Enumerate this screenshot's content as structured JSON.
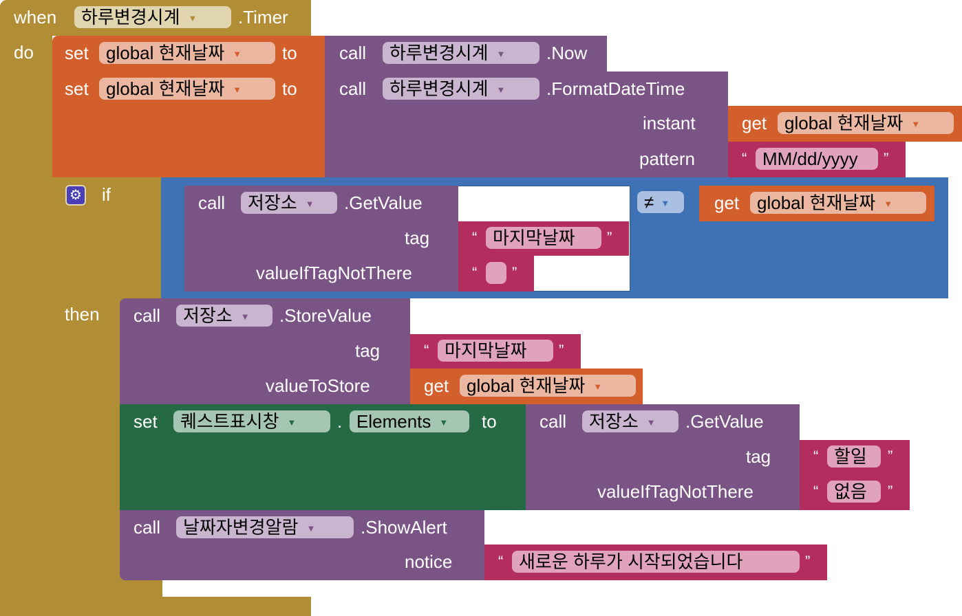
{
  "event": {
    "when": "when",
    "component": "하루변경시계",
    "event_name": ".Timer",
    "do": "do"
  },
  "stmt1": {
    "set": "set",
    "var": "global 현재날짜",
    "to": "to",
    "call": "call",
    "component": "하루변경시계",
    "method": ".Now"
  },
  "stmt2": {
    "set": "set",
    "var": "global 현재날짜",
    "to": "to",
    "call": "call",
    "component": "하루변경시계",
    "method": ".FormatDateTime",
    "arg1_label": "instant",
    "arg1_get": "get",
    "arg1_var": "global 현재날짜",
    "arg2_label": "pattern",
    "arg2_value": "MM/dd/yyyy"
  },
  "if_block": {
    "if": "if",
    "then": "then",
    "compare_op": "≠",
    "left": {
      "call": "call",
      "component": "저장소",
      "method": ".GetValue",
      "tag_label": "tag",
      "tag_value": "마지막날짜",
      "default_label": "valueIfTagNotThere",
      "default_value": ""
    },
    "right": {
      "get": "get",
      "var": "global 현재날짜"
    }
  },
  "store": {
    "call": "call",
    "component": "저장소",
    "method": ".StoreValue",
    "tag_label": "tag",
    "tag_value": "마지막날짜",
    "value_label": "valueToStore",
    "value_get": "get",
    "value_var": "global 현재날짜"
  },
  "set_elements": {
    "set": "set",
    "component": "퀘스트표시창",
    "dot": ".",
    "property": "Elements",
    "to": "to",
    "call": "call",
    "getcomp": "저장소",
    "method": ".GetValue",
    "tag_label": "tag",
    "tag_value": "할일",
    "default_label": "valueIfTagNotThere",
    "default_value": "없음"
  },
  "alert": {
    "call": "call",
    "component": "날짜자변경알람",
    "method": ".ShowAlert",
    "notice_label": "notice",
    "notice_value": "새로운 하루가 시작되었습니다"
  },
  "quotes": {
    "open": "“",
    "close": "”"
  },
  "dropdown_arrow": "▼",
  "colors": {
    "event": "#b18e35",
    "variable": "#d25f2c",
    "component": "#7b5486",
    "text": "#b32d5e",
    "control": "#3f71b5",
    "property_setter": "#266a45"
  }
}
